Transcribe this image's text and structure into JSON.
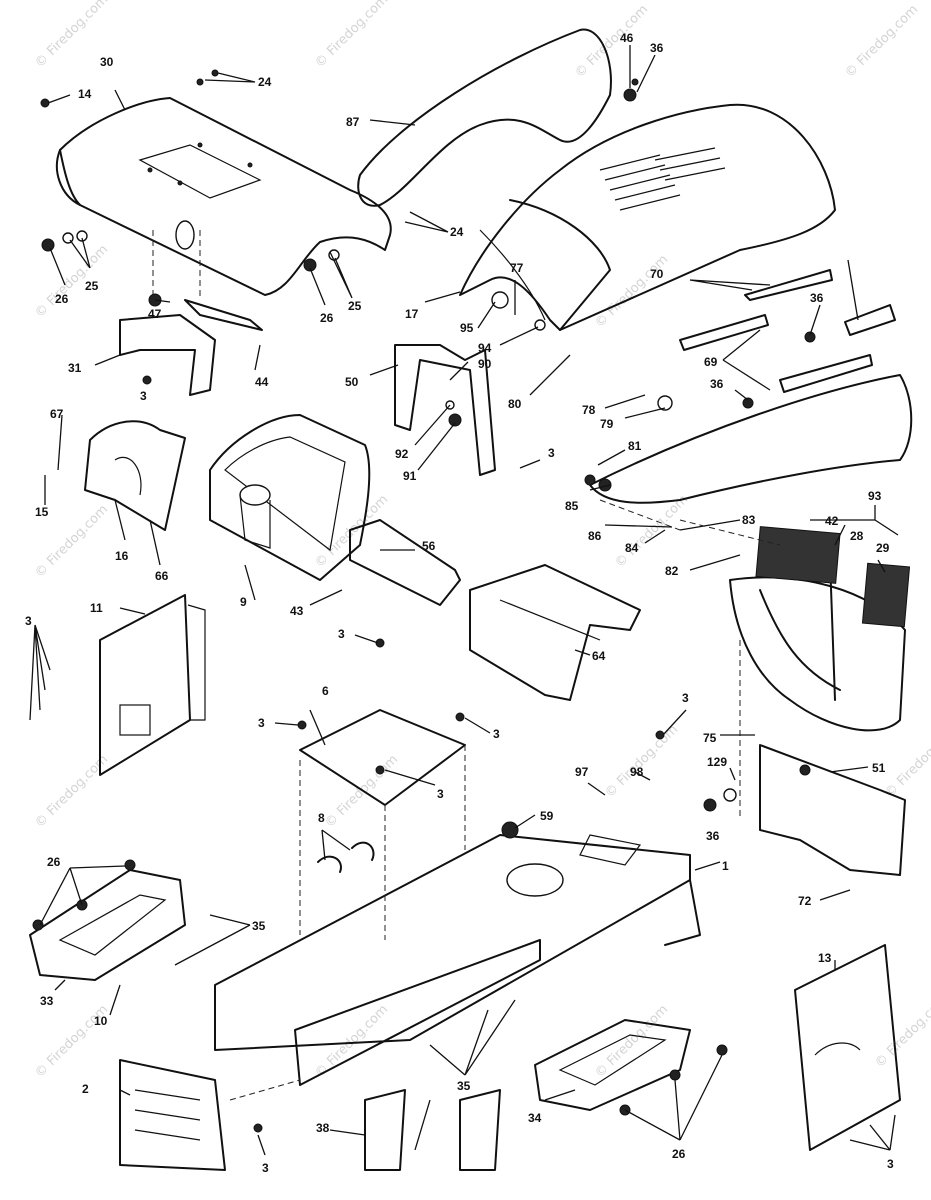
{
  "watermark": "© Firedog.com",
  "callouts": [
    "1",
    "2",
    "3",
    "6",
    "8",
    "9",
    "10",
    "11",
    "13",
    "14",
    "15",
    "16",
    "17",
    "24",
    "25",
    "26",
    "28",
    "29",
    "30",
    "31",
    "33",
    "34",
    "35",
    "36",
    "38",
    "42",
    "43",
    "44",
    "46",
    "47",
    "50",
    "51",
    "56",
    "59",
    "64",
    "66",
    "67",
    "69",
    "70",
    "72",
    "75",
    "77",
    "78",
    "79",
    "80",
    "81",
    "82",
    "83",
    "84",
    "85",
    "86",
    "87",
    "90",
    "91",
    "92",
    "93",
    "94",
    "95",
    "97",
    "98",
    "129"
  ]
}
